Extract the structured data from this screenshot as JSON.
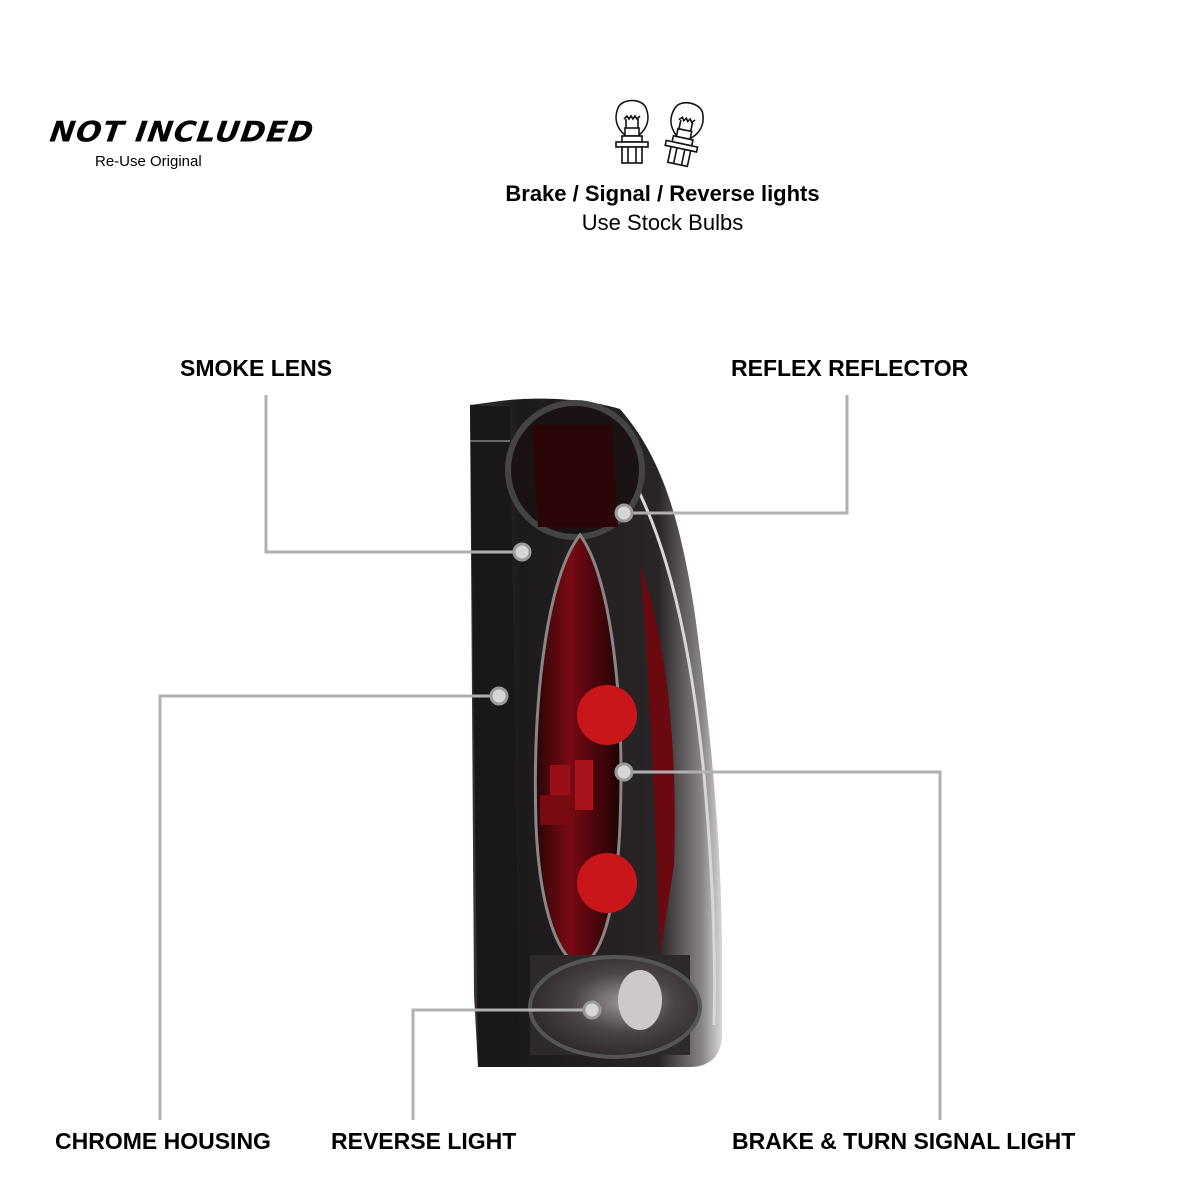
{
  "header": {
    "not_included": "NOT INCLUDED",
    "reuse_original": "Re-Use Original",
    "bulbs_icon": "bulb-pair-icon",
    "bulbs_title": "Brake / Signal / Reverse lights",
    "bulbs_subtitle": "Use Stock Bulbs"
  },
  "product": {
    "image": "smoke-lens-tail-light",
    "colors": {
      "smoke": "#2b2628",
      "red": "#c8161b",
      "dark_red": "#3a0a0e",
      "callout_line": "#b0b0b0",
      "callout_dot": "#d6d6d6"
    }
  },
  "callouts": [
    {
      "id": "smoke-lens",
      "label": "SMOKE LENS"
    },
    {
      "id": "reflex-reflector",
      "label": "REFLEX REFLECTOR"
    },
    {
      "id": "chrome-housing",
      "label": "CHROME HOUSING"
    },
    {
      "id": "reverse-light",
      "label": "REVERSE LIGHT"
    },
    {
      "id": "brake-turn-signal-light",
      "label": "BRAKE & TURN SIGNAL LIGHT"
    }
  ]
}
